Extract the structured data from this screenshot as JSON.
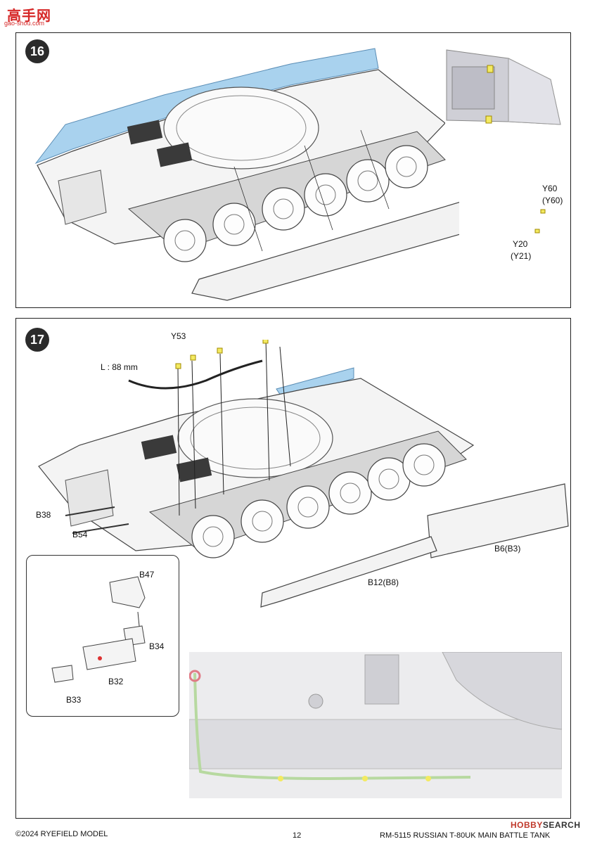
{
  "watermark": {
    "site_cn": "高手网",
    "url": "gao-shou.com"
  },
  "steps": [
    {
      "number": "16",
      "labels": {
        "y60": "Y60",
        "y60_alt": "(Y60)",
        "y20": "Y20",
        "y21_alt": "(Y21)"
      }
    },
    {
      "number": "17",
      "labels": {
        "y53": "Y53",
        "length": "L : 88 mm",
        "b38": "B38",
        "b54": "B54",
        "b6": "B6(B3)",
        "b12": "B12(B8)",
        "b47": "B47",
        "b34": "B34",
        "b32": "B32",
        "b33": "B33"
      }
    }
  ],
  "footer": {
    "copyright": "©2024 RYEFIELD MODEL",
    "page_number": "12",
    "product": "RM-5115 RUSSIAN T-80UK MAIN BATTLE TANK",
    "hobbysearch": {
      "prefix": "HOBBY",
      "suffix": "SEARCH"
    }
  },
  "colors": {
    "highlight_blue": "#a9d2ee",
    "badge": "#2b2b2b",
    "decal_yellow": "#f3ea61",
    "cable_green": "#b7d9a0"
  }
}
